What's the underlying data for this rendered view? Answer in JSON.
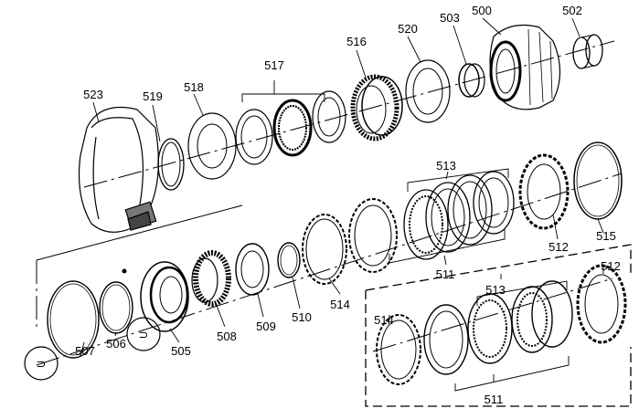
{
  "diagram": {
    "labels": {
      "p500": "500",
      "p502": "502",
      "p503": "503",
      "p505": "505",
      "p506": "506",
      "p507": "507",
      "p508": "508",
      "p509": "509",
      "p510": "510",
      "p511a": "511",
      "p511b": "511",
      "p512a": "512",
      "p512b": "512",
      "p513a": "513",
      "p513b": "513",
      "p514a": "514",
      "p514b": "514",
      "p515": "515",
      "p516": "516",
      "p517": "517",
      "p518": "518",
      "p519": "519",
      "p520": "520",
      "p523": "523"
    },
    "callouts": {
      "sym_a": "⊃",
      "sym_b": "⊃"
    }
  }
}
